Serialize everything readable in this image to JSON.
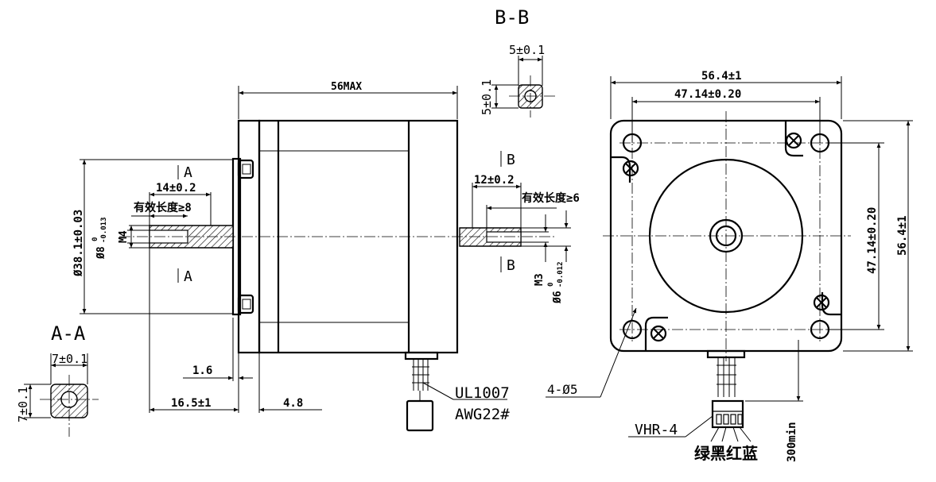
{
  "sections": {
    "bb_title": "B-B",
    "aa_title": "A-A",
    "a_top": "A",
    "a_bottom": "A",
    "b_top": "B",
    "b_bottom": "B"
  },
  "dimensions": {
    "bb_width": "5±0.1",
    "bb_height": "5±0.1",
    "aa_width": "7±0.1",
    "aa_height": "7±0.1",
    "length_max": "56MAX",
    "front_shaft_len": "14±0.2",
    "front_effective": "有效长度≥8",
    "front_thread": "M4",
    "front_shaft_dia": "Ø8",
    "front_shaft_tol_upper": "0",
    "front_shaft_tol_lower": "-0.013",
    "boss_dia": "Ø38.1±0.03",
    "flange_thk": "1.6",
    "shaft_ext": "16.5±1",
    "flange_to_body": "4.8",
    "rear_shaft_len": "12±0.2",
    "rear_effective": "有效长度≥6",
    "rear_thread": "M3",
    "rear_shaft_dia": "Ø6",
    "rear_shaft_tol_upper": "0",
    "rear_shaft_tol_lower": "-0.012",
    "square_width": "56.4±1",
    "hole_spacing_h": "47.14±0.20",
    "hole_spacing_v": "47.14±0.20",
    "square_height": "56.4±1",
    "mount_holes": "4-Ø5",
    "lead_length": "300min"
  },
  "wiring": {
    "wire_type": "UL1007",
    "wire_gauge": "AWG22#",
    "connector": "VHR-4",
    "colors": "绿黑红蓝"
  }
}
